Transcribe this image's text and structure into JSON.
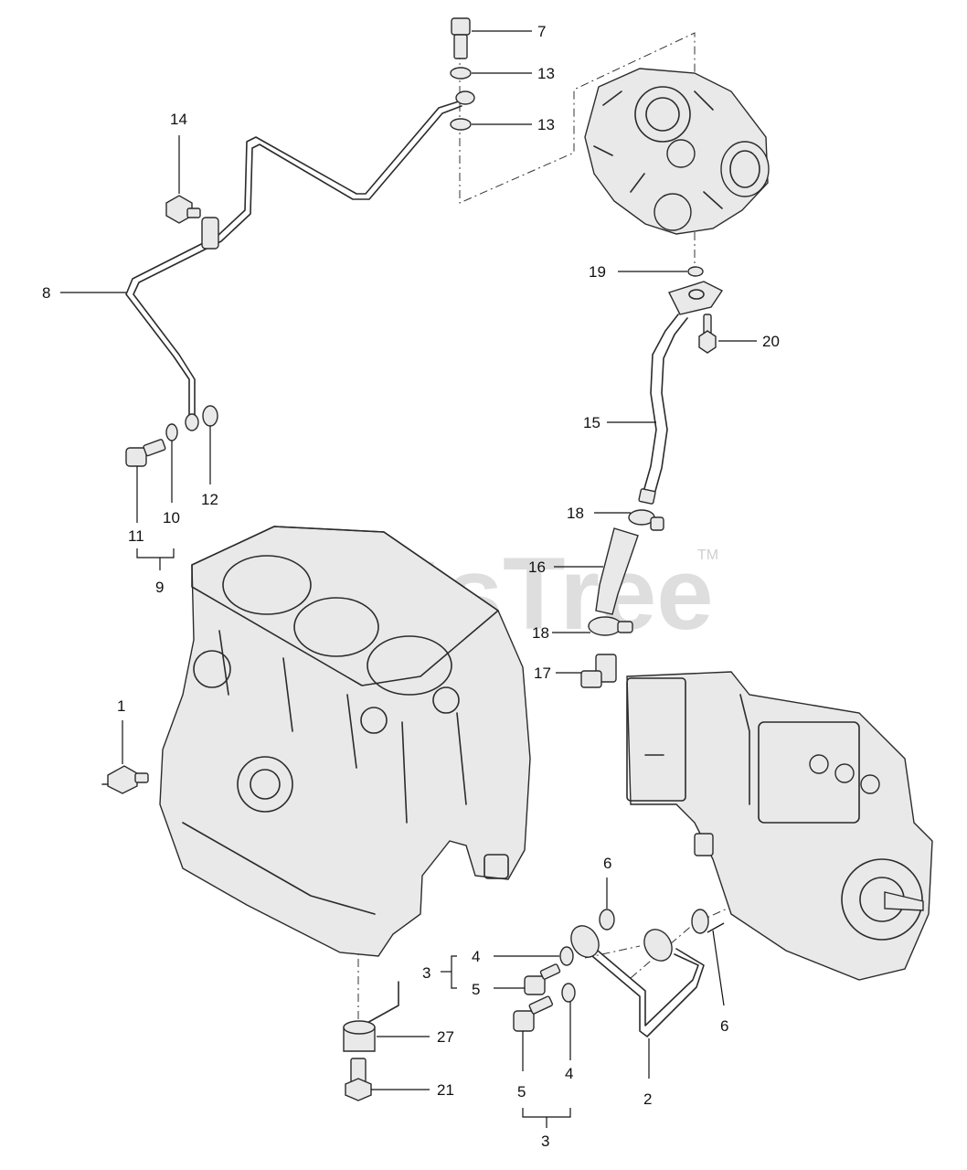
{
  "watermark": {
    "text": "PartsTree",
    "tm": "TM"
  },
  "callouts": {
    "c1": "1",
    "c2": "2",
    "c3a": "3",
    "c3b": "3",
    "c4a": "4",
    "c4b": "4",
    "c5a": "5",
    "c5b": "5",
    "c6a": "6",
    "c6b": "6",
    "c7": "7",
    "c8": "8",
    "c9": "9",
    "c10": "10",
    "c11": "11",
    "c12": "12",
    "c13a": "13",
    "c13b": "13",
    "c14": "14",
    "c15": "15",
    "c16": "16",
    "c17": "17",
    "c18a": "18",
    "c18b": "18",
    "c19": "19",
    "c20": "20",
    "c21": "21",
    "c27": "27"
  }
}
